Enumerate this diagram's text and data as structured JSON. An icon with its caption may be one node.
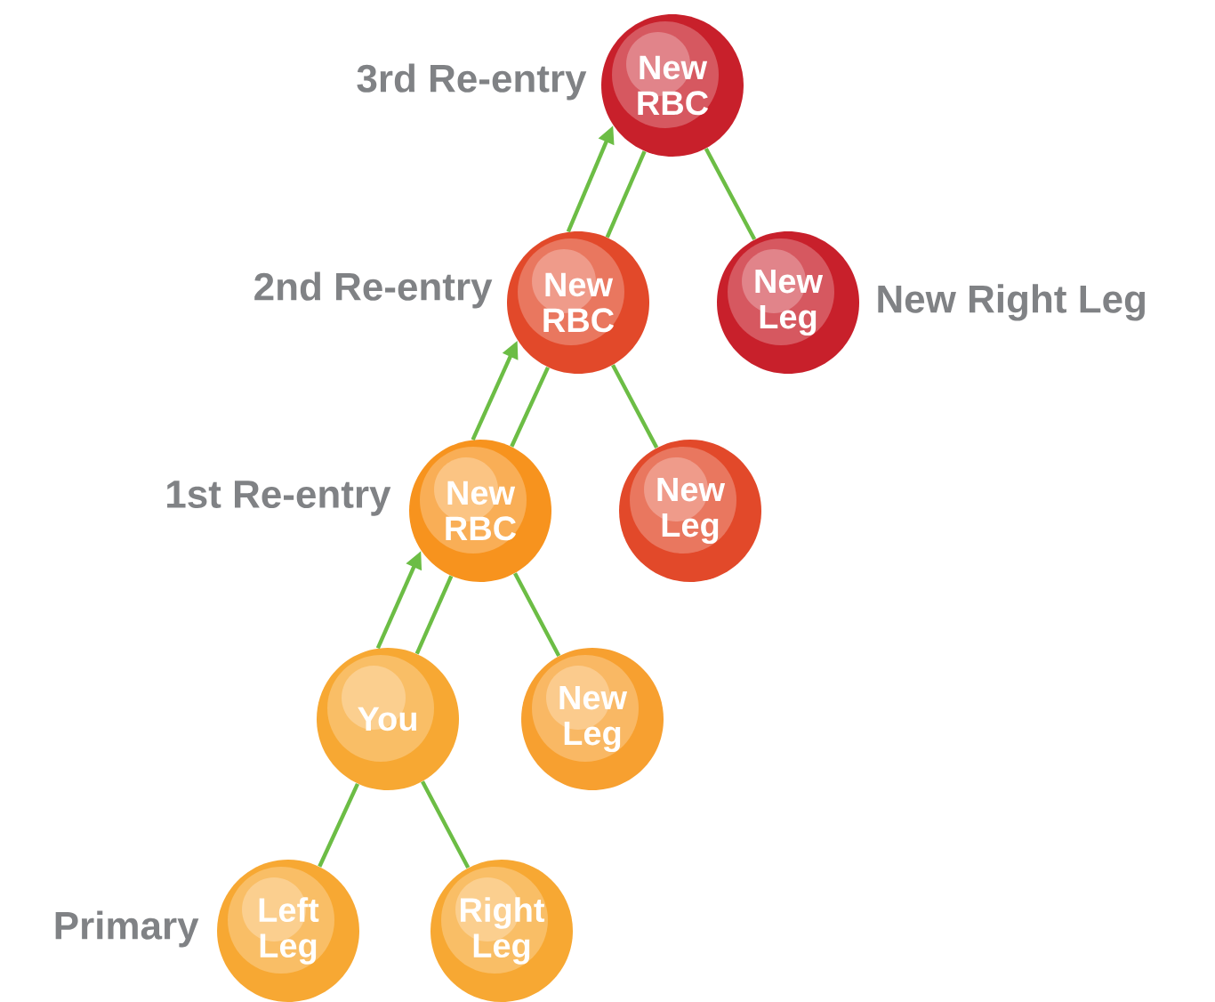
{
  "diagram": {
    "nodes": [
      {
        "text": [
          "New RBC"
        ],
        "beside": [
          "3rd Re-entry"
        ]
      },
      {
        "text": [
          "New RBC"
        ],
        "beside": [
          "2nd Re-entry"
        ]
      },
      {
        "text": [
          "New Leg"
        ],
        "beside": [
          "New Right Leg"
        ]
      },
      {
        "text": [
          "New RBC"
        ],
        "beside": [
          "1st Re-entry"
        ]
      },
      {
        "text": [
          "New Leg"
        ]
      },
      {
        "text": [
          "You"
        ]
      },
      {
        "text": [
          "New Leg"
        ]
      },
      {
        "text": [
          "Left Leg"
        ],
        "beside": [
          "Primary"
        ]
      },
      {
        "text": [
          "Right Leg"
        ]
      }
    ],
    "edges": [
      {
        "from": 0,
        "to": 1,
        "arrow": "none"
      },
      {
        "from": 0,
        "to": 2,
        "arrow": "none"
      },
      {
        "from": 1,
        "to": 3,
        "arrow": "none"
      },
      {
        "from": 1,
        "to": 4,
        "arrow": "none"
      },
      {
        "from": 3,
        "to": 5,
        "arrow": "none"
      },
      {
        "from": 3,
        "to": 6,
        "arrow": "none"
      },
      {
        "from": 5,
        "to": 7,
        "arrow": "none"
      },
      {
        "from": 5,
        "to": 8,
        "arrow": "none"
      },
      {
        "from": 5,
        "to": 3,
        "arrow": "to"
      },
      {
        "from": 3,
        "to": 1,
        "arrow": "to"
      },
      {
        "from": 1,
        "to": 0,
        "arrow": "to"
      }
    ]
  }
}
